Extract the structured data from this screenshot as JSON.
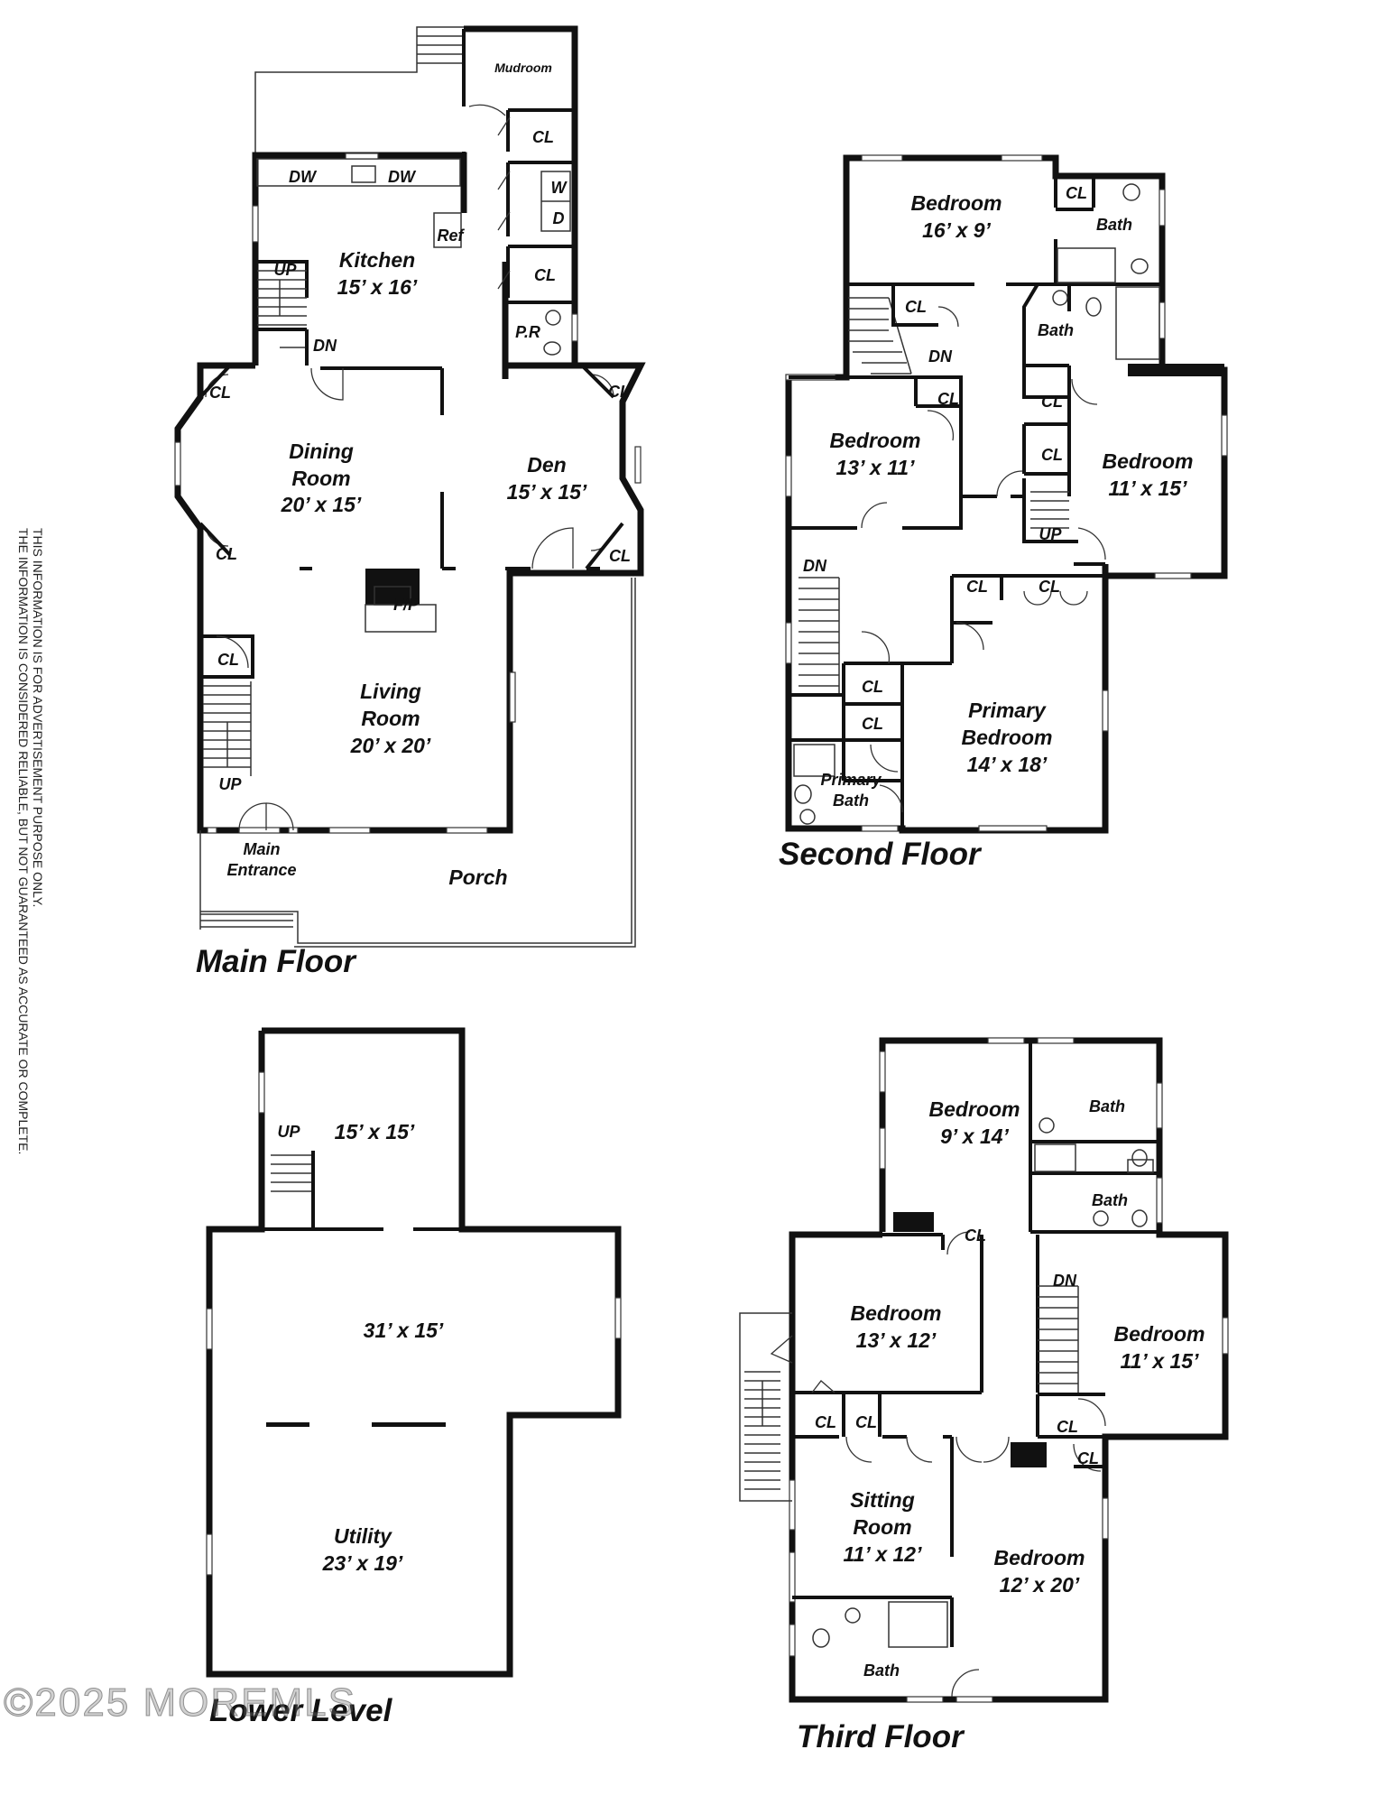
{
  "disclaimer": [
    "THIS INFORMATION IS FOR ADVERTISEMENT PURPOSE ONLY.",
    "THE INFORMATION IS CONSIDERED RELIABLE, BUT NOT GUARANTEED AS ACCURATE OR COMPLETE."
  ],
  "copyright": "©2025 MOREMLS",
  "floors": {
    "main": {
      "title": "Main Floor",
      "rooms": {
        "mudroom": "Mudroom",
        "cl_mud": "CL",
        "w": "W",
        "d": "D",
        "cl_kitchen": "CL",
        "pr": "P.R",
        "dw1": "DW",
        "dw2": "DW",
        "ref": "Ref",
        "kitchen": "Kitchen",
        "kitchen_dim": "15’ x 16’",
        "up": "UP",
        "dn": "DN",
        "cl_dining_top": "CL",
        "cl_dining_bottom": "CL",
        "dining_1": "Dining",
        "dining_2": "Room",
        "dining_dim": "20’ x 15’",
        "cl_den_top": "CL",
        "cl_den_bottom": "CL",
        "den": "Den",
        "den_dim": "15’ x 15’",
        "fp": "F/P",
        "cl_living": "CL",
        "living_1": "Living",
        "living_2": "Room",
        "living_dim": "20’ x 20’",
        "up_living": "UP",
        "main_entrance_1": "Main",
        "main_entrance_2": "Entrance",
        "porch": "Porch"
      }
    },
    "second": {
      "title": "Second Floor",
      "rooms": {
        "bed1": "Bedroom",
        "bed1_dim": "16’ x 9’",
        "cl1": "CL",
        "bath1": "Bath",
        "cl2": "CL",
        "dn1": "DN",
        "bath2": "Bath",
        "cl3": "CL",
        "bed2": "Bedroom",
        "bed2_dim": "13’ x 11’",
        "cl4": "CL",
        "cl5": "CL",
        "bed3": "Bedroom",
        "bed3_dim": "11’ x 15’",
        "up": "UP",
        "dn2": "DN",
        "cl6": "CL",
        "cl7": "CL",
        "cl8": "CL",
        "cl9": "CL",
        "primary_bed_1": "Primary",
        "primary_bed_2": "Bedroom",
        "primary_bed_dim": "14’ x 18’",
        "primary_bath_1": "Primary",
        "primary_bath_2": "Bath"
      }
    },
    "lower": {
      "title": "Lower Level",
      "rooms": {
        "up": "UP",
        "room1_dim": "15’ x 15’",
        "room2_dim": "31’ x 15’",
        "utility": "Utility",
        "utility_dim": "23’ x 19’"
      }
    },
    "third": {
      "title": "Third Floor",
      "rooms": {
        "bed1": "Bedroom",
        "bed1_dim": "9’ x 14’",
        "bath1": "Bath",
        "bath2": "Bath",
        "cl1": "CL",
        "bed2": "Bedroom",
        "bed2_dim": "13’ x 12’",
        "dn": "DN",
        "bed3": "Bedroom",
        "bed3_dim": "11’ x 15’",
        "cl2": "CL",
        "cl3": "CL",
        "cl4": "CL",
        "cl5": "CL",
        "sitting_1": "Sitting",
        "sitting_2": "Room",
        "sitting_dim": "11’ x 12’",
        "bed4": "Bedroom",
        "bed4_dim": "12’ x 20’",
        "bath3": "Bath"
      }
    }
  }
}
